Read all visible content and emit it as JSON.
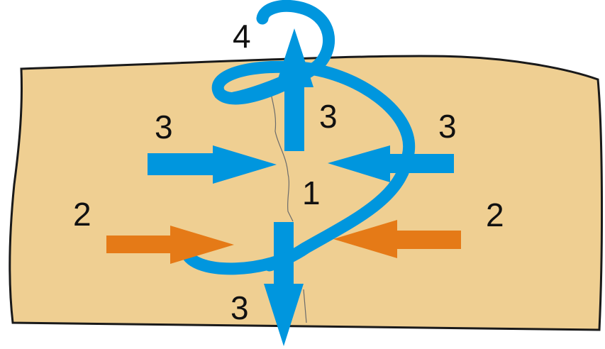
{
  "colors": {
    "block_fill": "#EFCF92",
    "block_stroke": "#1A1A1A",
    "blue": "#0096DE",
    "orange": "#E57A17",
    "crack": "#6B6B6B"
  },
  "labels": {
    "center": "1",
    "left_lower": "2",
    "right_lower": "2",
    "left_upper": "3",
    "right_upper": "3",
    "upper_center": "3",
    "bottom_center": "3",
    "top": "4"
  }
}
